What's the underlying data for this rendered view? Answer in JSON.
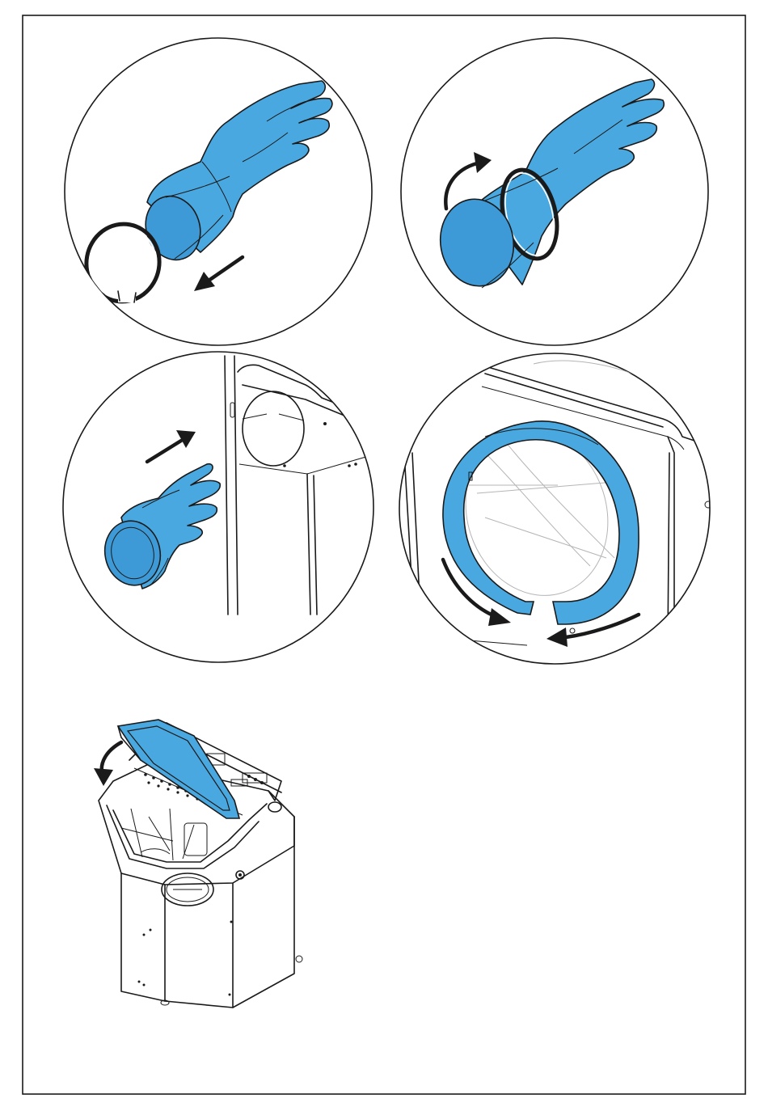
{
  "figure": {
    "accent_color": "#4aa8e0",
    "accent_dark": "#2d86c4",
    "line_color": "#1a1a1a",
    "steps": [
      {
        "id": "step-1",
        "depicts": "glove-with-ring-removed",
        "icon": "arrow-down-left-icon"
      },
      {
        "id": "step-2",
        "depicts": "ring-fitted-on-glove-cuff",
        "icon": "rotate-arrow-icon"
      },
      {
        "id": "step-3",
        "depicts": "glove-inserted-into-porthole",
        "icon": "arrow-up-right-icon"
      },
      {
        "id": "step-4",
        "depicts": "ring-clamped-around-porthole",
        "icon": "rotate-arrow-icon"
      },
      {
        "id": "step-5",
        "depicts": "cabinet-lid-opening",
        "icon": "curved-arrow-icon"
      }
    ]
  }
}
